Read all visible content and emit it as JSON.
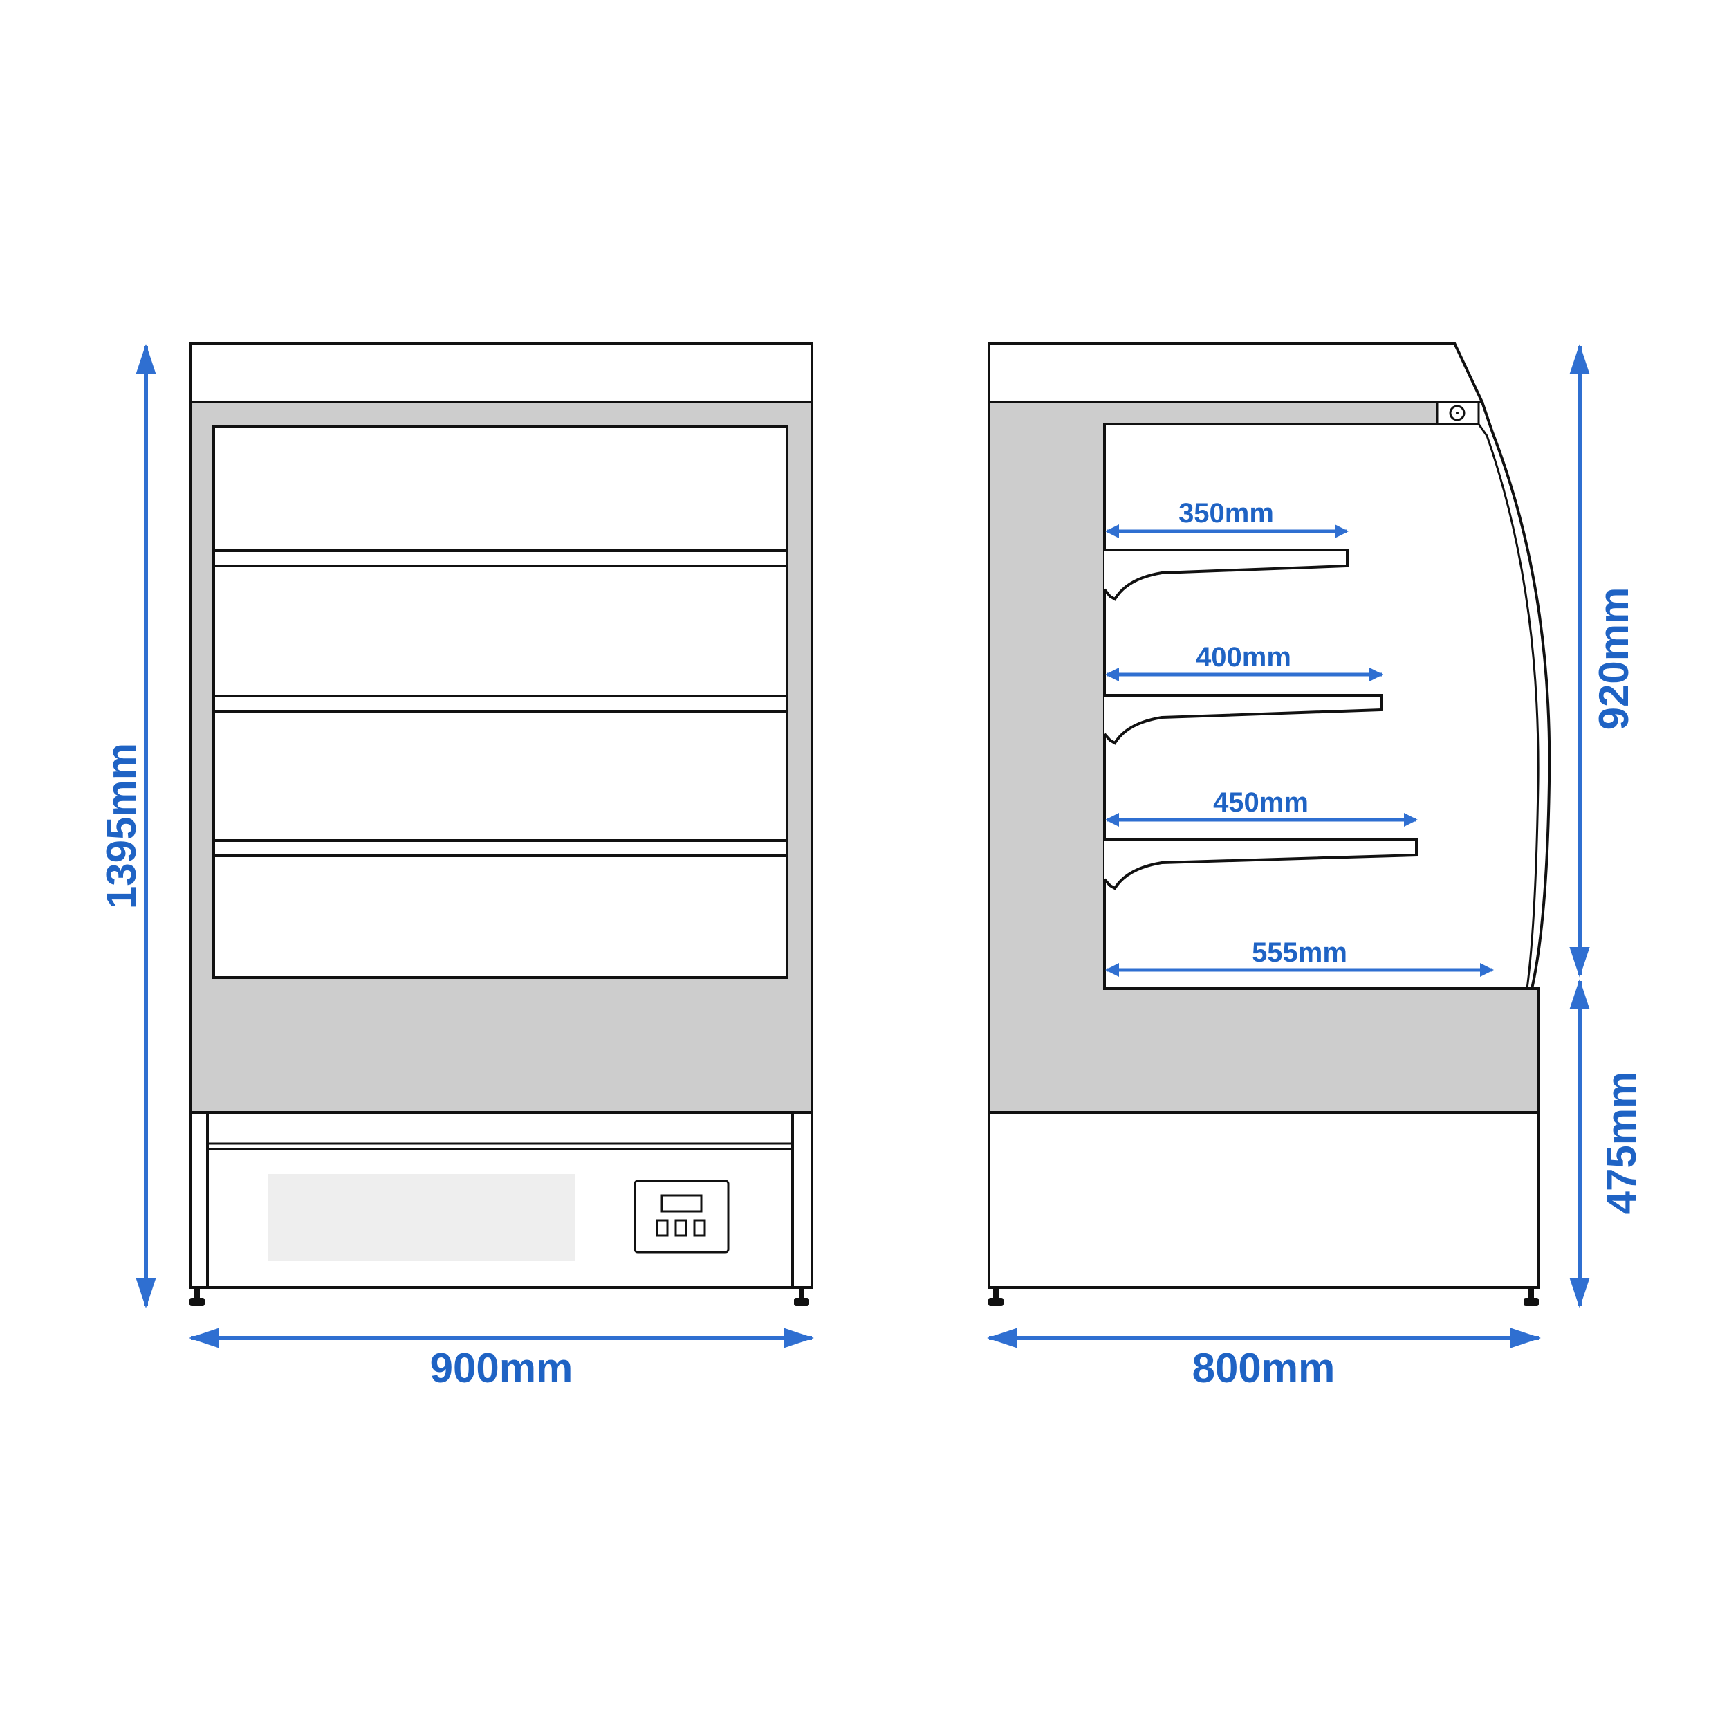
{
  "colors": {
    "dimension": "#2f6fd1",
    "outline": "#111111",
    "panel": "#cdcdcd",
    "display": "#eeeeee"
  },
  "front_view": {
    "width_label": "900mm",
    "height_label": "1395mm"
  },
  "side_view": {
    "depth_label": "800mm",
    "upper_height_label": "920mm",
    "lower_height_label": "475mm",
    "shelf_labels": [
      "350mm",
      "400mm",
      "450mm",
      "555mm"
    ]
  }
}
